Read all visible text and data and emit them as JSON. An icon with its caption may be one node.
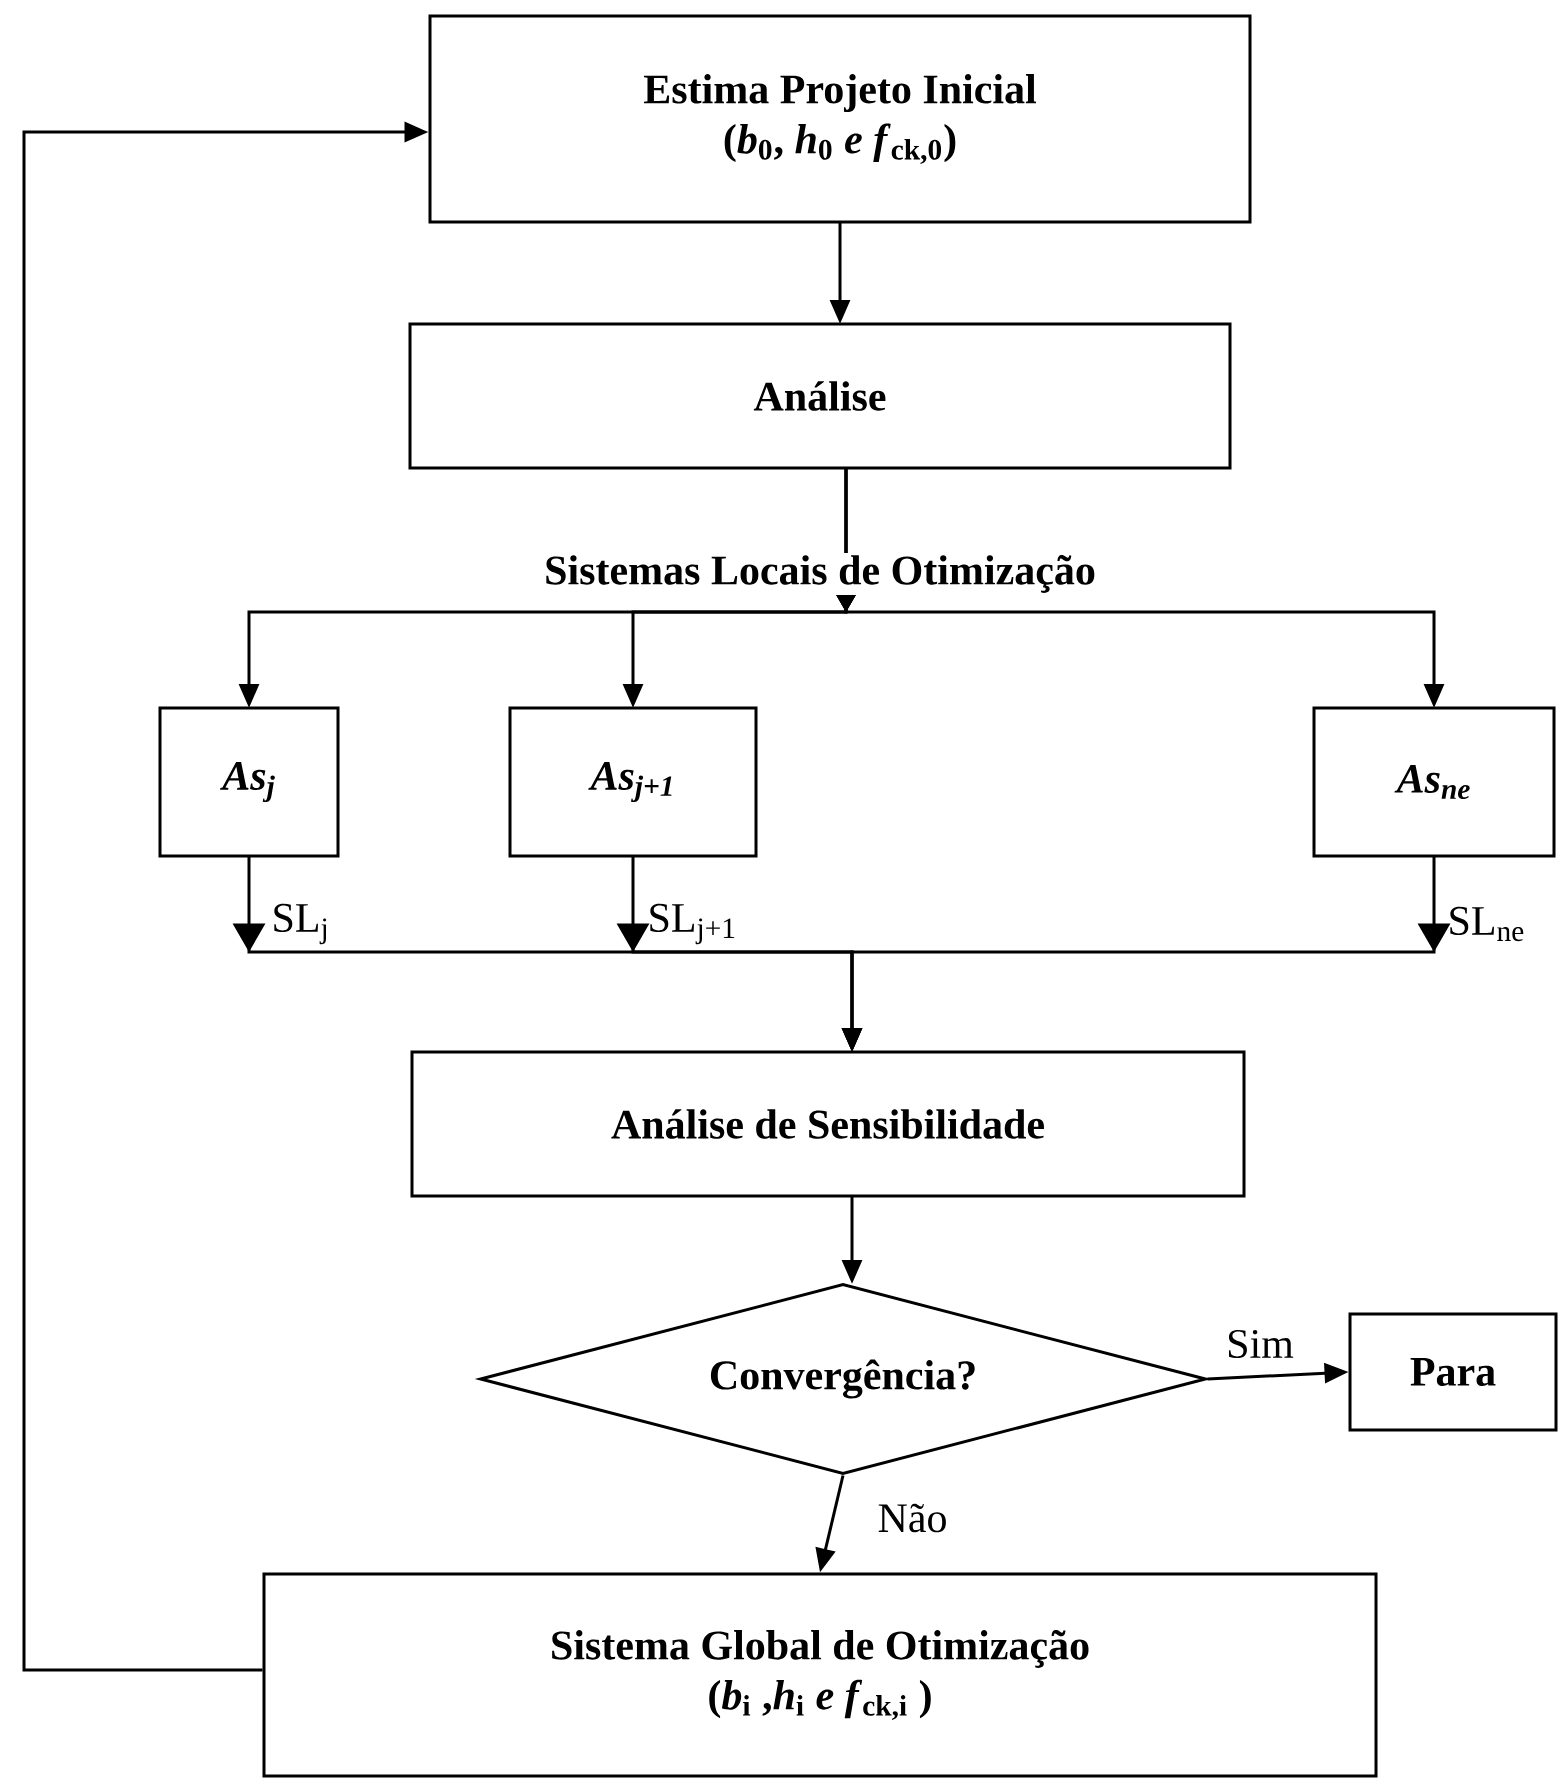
{
  "diagram": {
    "nodes": [
      {
        "text": [
          "Estima Projeto Inicial",
          "(*b*$_{0}$, *h*$_{0}$ *e f*$_{ck,0}$)"
        ]
      },
      {
        "text": [
          "Análise"
        ]
      },
      {
        "text": [
          "As$_{j}$"
        ]
      },
      {
        "text": [
          "As$_{j+1}$"
        ]
      },
      {
        "text": [
          "As$_{ne}$"
        ]
      },
      {
        "text": [
          "Análise de Sensibilidade"
        ]
      },
      {
        "text": [
          "Convergência?"
        ]
      },
      {
        "text": [
          "Para"
        ]
      },
      {
        "text": [
          "Sistema Global de Otimização",
          "(*b*$_{i}$ ,*h*$_{i}$ *e f*$_{ck,i}$ )"
        ]
      }
    ],
    "edges": [
      {
        "from": 0,
        "to": 1,
        "arrow": "to"
      },
      {
        "from": 1,
        "to": 2,
        "arrow": "to"
      },
      {
        "from": 1,
        "to": 3,
        "arrow": "to"
      },
      {
        "from": 1,
        "to": 4,
        "arrow": "to"
      },
      {
        "from": 2,
        "to": 5,
        "label": "SL$_{j}$",
        "arrow": "to"
      },
      {
        "from": 3,
        "to": 5,
        "label": "SL$_{j+1}$",
        "arrow": "to"
      },
      {
        "from": 4,
        "to": 5,
        "label": "SL$_{ne}$",
        "arrow": "to"
      },
      {
        "from": 5,
        "to": 6,
        "arrow": "to"
      },
      {
        "from": 6,
        "to": 7,
        "label": "Sim",
        "arrow": "to"
      },
      {
        "from": 6,
        "to": 8,
        "label": "Não",
        "arrow": "to"
      },
      {
        "from": 8,
        "to": 0,
        "arrow": "to"
      }
    ],
    "labels": [
      "Sistemas Locais de Otimização"
    ]
  }
}
